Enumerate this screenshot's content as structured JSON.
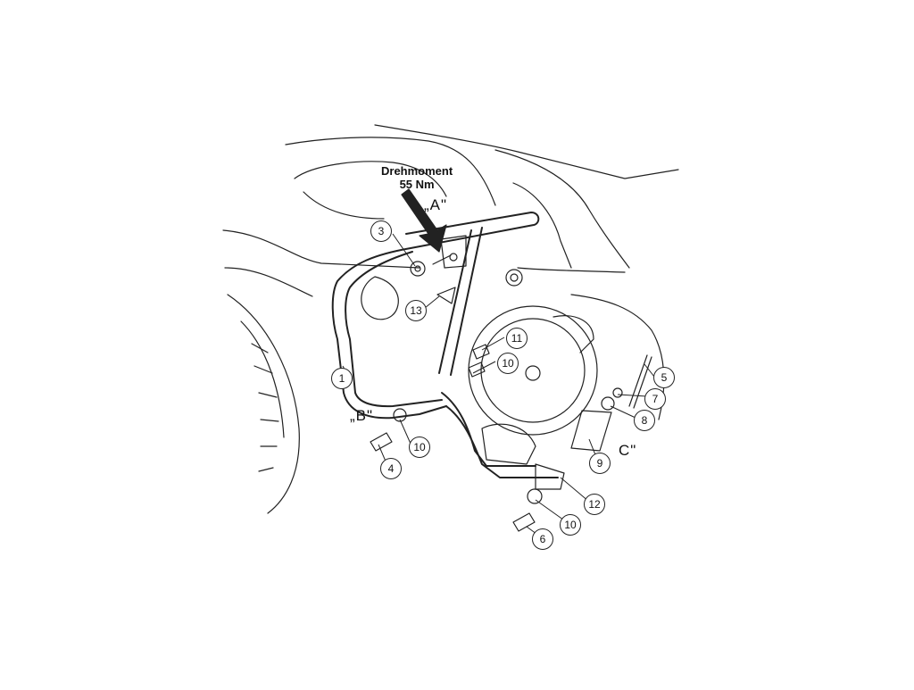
{
  "torque_note": {
    "line1": "Drehmoment",
    "line2": "55 Nm"
  },
  "sections": {
    "a": "„A\"",
    "b": "„B\"",
    "c": "C\""
  },
  "callouts": [
    {
      "id": "c1",
      "label": "1"
    },
    {
      "id": "c3",
      "label": "3"
    },
    {
      "id": "c4",
      "label": "4"
    },
    {
      "id": "c5",
      "label": "5"
    },
    {
      "id": "c6",
      "label": "6"
    },
    {
      "id": "c7",
      "label": "7"
    },
    {
      "id": "c8",
      "label": "8"
    },
    {
      "id": "c9",
      "label": "9"
    },
    {
      "id": "c10a",
      "label": "10"
    },
    {
      "id": "c10b",
      "label": "10"
    },
    {
      "id": "c10c",
      "label": "10"
    },
    {
      "id": "c11",
      "label": "11"
    },
    {
      "id": "c12",
      "label": "12"
    },
    {
      "id": "c13",
      "label": "13"
    }
  ]
}
